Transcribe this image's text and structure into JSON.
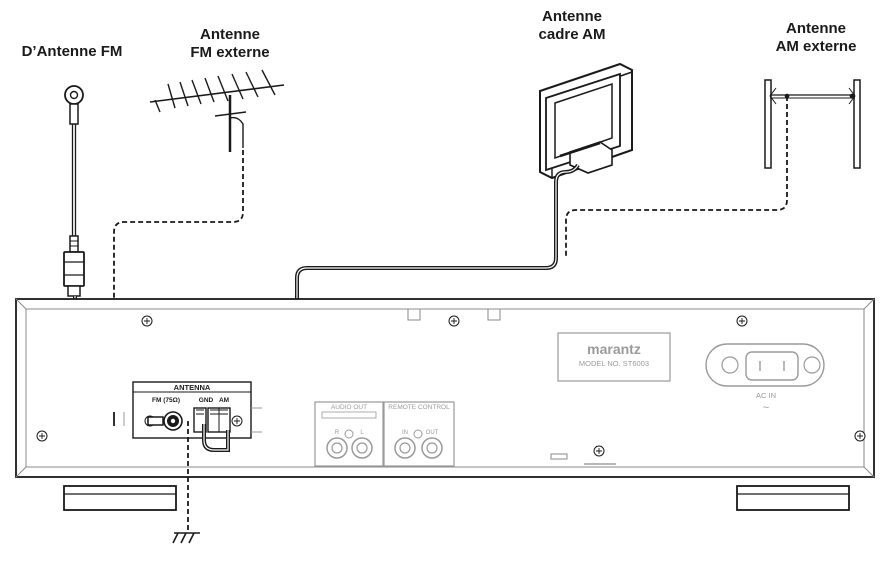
{
  "labels": {
    "fm_antenna": "D’Antenne FM",
    "fm_external_line1": "Antenne",
    "fm_external_line2": "FM externe",
    "am_loop_line1": "Antenne",
    "am_loop_line2": "cadre AM",
    "am_external_line1": "Antenne",
    "am_external_line2": "AM externe"
  },
  "panel": {
    "antenna_title": "ANTENNA",
    "fm_jack": "FM (75Ω)",
    "gnd": "GND",
    "am": "AM",
    "audio_out": "AUDIO OUT",
    "audio_r": "R",
    "audio_l": "L",
    "remote_control": "REMOTE CONTROL",
    "remote_in": "IN",
    "remote_out": "OUT",
    "brand": "marantz",
    "model": "MODEL NO. ST6003",
    "ac_in": "AC IN",
    "ac_symbol": "~"
  },
  "colors": {
    "line": "#1a1a1a",
    "panel_fill": "#ffffff",
    "muted": "#9a9a9a"
  }
}
